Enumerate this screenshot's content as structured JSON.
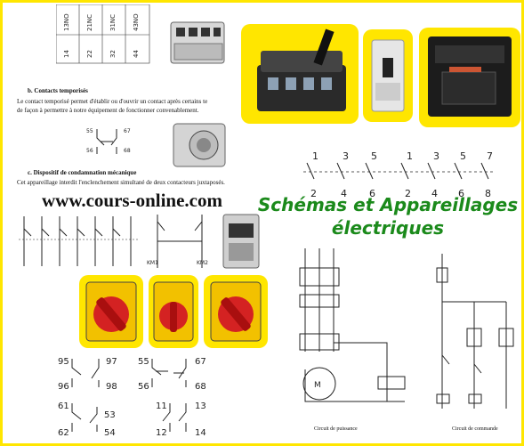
{
  "top_table": {
    "cols": [
      "13NO",
      "21NC",
      "31NC",
      "43NO"
    ],
    "bottom": [
      "14",
      "22",
      "32",
      "44"
    ]
  },
  "section_b": {
    "heading": "b.    Contacts temporisés",
    "line1": "Le contact temporisé permet  d'établir ou d'ouvrir  un  contact  après certains te",
    "line2": "de façon à permettre à notre équipement de fonctionner convenablement."
  },
  "section_c": {
    "heading": "c.    Dispositif de condamnation mécanique",
    "line1": "Cet appareillage interdit l'enclenchement simultané de deux contacteurs juxtaposés."
  },
  "website": "www.cours-online.com",
  "title_line1": "Schémas et Appareillages",
  "title_line2": "électriques",
  "contacts_timed": {
    "a1": "55",
    "a2": "56",
    "b1": "67",
    "b2": "68"
  },
  "contact_pairs": [
    {
      "top": "95",
      "bottom": "96"
    },
    {
      "top": "97",
      "bottom": "98"
    },
    {
      "top": "55",
      "bottom": "56"
    },
    {
      "top": "67",
      "bottom": "68"
    },
    {
      "top": "61",
      "bottom": "62"
    },
    {
      "top": "53",
      "bottom": "54"
    },
    {
      "top": "11",
      "bottom": "12"
    },
    {
      "top": "13",
      "bottom": "14"
    }
  ],
  "switch_numbers": [
    "1",
    "3",
    "5",
    "2",
    "4",
    "6",
    "1",
    "3",
    "5",
    "7",
    "2",
    "4",
    "6",
    "8"
  ],
  "km_labels": {
    "km1": "KM1",
    "km2": "KM2"
  },
  "circuit_puissance": "Circuit de puissance",
  "circuit_commande": "Circuit de commande",
  "colors": {
    "frame": "#ffe600",
    "title": "#1b8a1b",
    "switch_red": "#d42222"
  }
}
